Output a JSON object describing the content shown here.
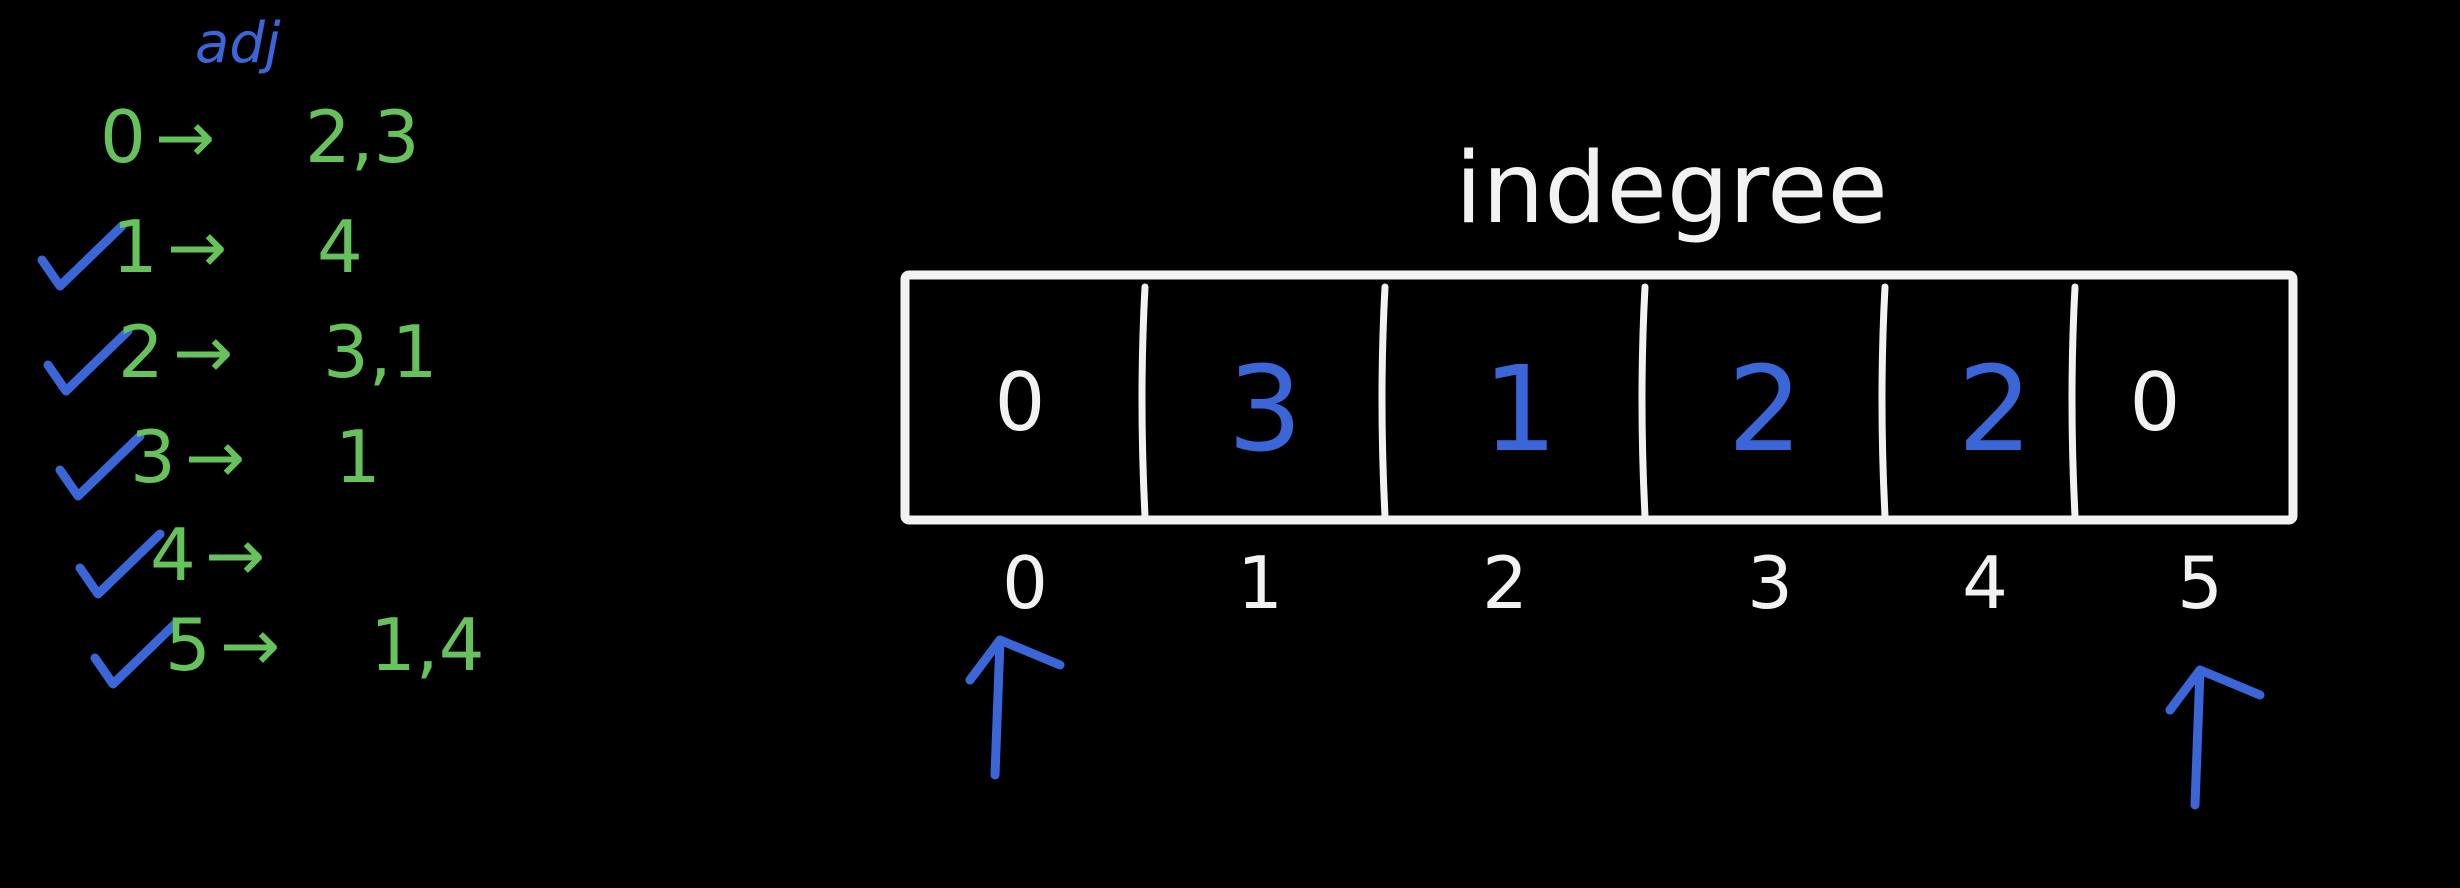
{
  "colors": {
    "background": "#000000",
    "white": "#f2f2f2",
    "green": "#66c25a",
    "blue": "#3a66d8"
  },
  "adjacency": {
    "title": "adj",
    "rows": [
      {
        "node": "0",
        "arrow": "→",
        "targets": "2,3",
        "checked": false
      },
      {
        "node": "1",
        "arrow": "→",
        "targets": "4",
        "checked": true
      },
      {
        "node": "2",
        "arrow": "→",
        "targets": "3,1",
        "checked": true
      },
      {
        "node": "3",
        "arrow": "→",
        "targets": "1",
        "checked": true
      },
      {
        "node": "4",
        "arrow": "→",
        "targets": "",
        "checked": true
      },
      {
        "node": "5",
        "arrow": "→",
        "targets": "1,4",
        "checked": true
      }
    ]
  },
  "indegree": {
    "title": "indegree",
    "cells": [
      {
        "value": "0",
        "color": "white",
        "index": "0"
      },
      {
        "value": "3",
        "color": "blue",
        "index": "1"
      },
      {
        "value": "1",
        "color": "blue",
        "index": "2"
      },
      {
        "value": "2",
        "color": "blue",
        "index": "3"
      },
      {
        "value": "2",
        "color": "blue",
        "index": "4"
      },
      {
        "value": "0",
        "color": "white",
        "index": "5"
      }
    ],
    "pointers": [
      "0",
      "5"
    ]
  },
  "icons": {
    "check": "check-mark-icon",
    "pointer": "up-arrow-icon"
  }
}
